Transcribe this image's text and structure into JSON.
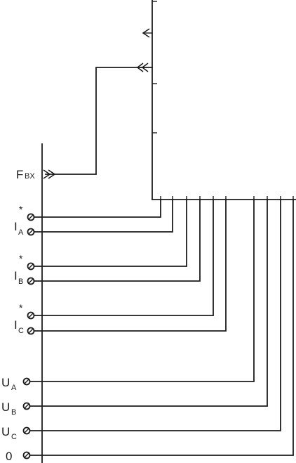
{
  "labels": {
    "fin_main": "F",
    "fin_sub": "BX",
    "ia_main": "I",
    "ia_sub": "A",
    "ib_main": "I",
    "ib_sub": "B",
    "ic_main": "I",
    "ic_sub": "C",
    "ua_main": "U",
    "ua_sub": "A",
    "ub_main": "U",
    "ub_sub": "B",
    "uc_main": "U",
    "uc_sub": "C",
    "zero": "0",
    "star": "*"
  }
}
